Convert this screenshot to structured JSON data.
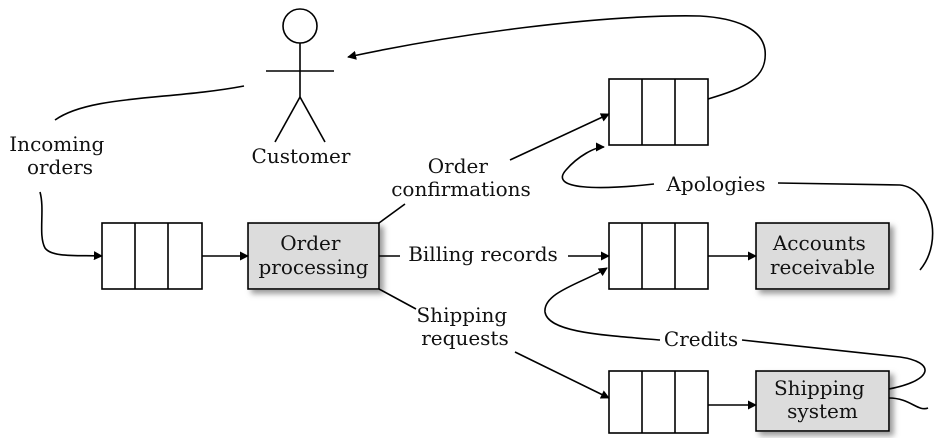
{
  "colors": {
    "process_fill": "#dcdcdc",
    "stroke": "#000000",
    "shadow": "#9a9a9a",
    "background": "#ffffff"
  },
  "actor": {
    "label": "Customer"
  },
  "processes": {
    "order_processing": [
      "Order",
      "processing"
    ],
    "accounts_receivable": [
      "Accounts",
      "receivable"
    ],
    "shipping_system": [
      "Shipping",
      "system"
    ]
  },
  "edge_labels": {
    "incoming_orders": [
      "Incoming",
      "orders"
    ],
    "order_confirmations": [
      "Order",
      "confirmations"
    ],
    "billing_records": [
      "Billing records"
    ],
    "shipping_requests": [
      "Shipping",
      "requests"
    ],
    "apologies": [
      "Apologies"
    ],
    "credits": [
      "Credits"
    ]
  }
}
